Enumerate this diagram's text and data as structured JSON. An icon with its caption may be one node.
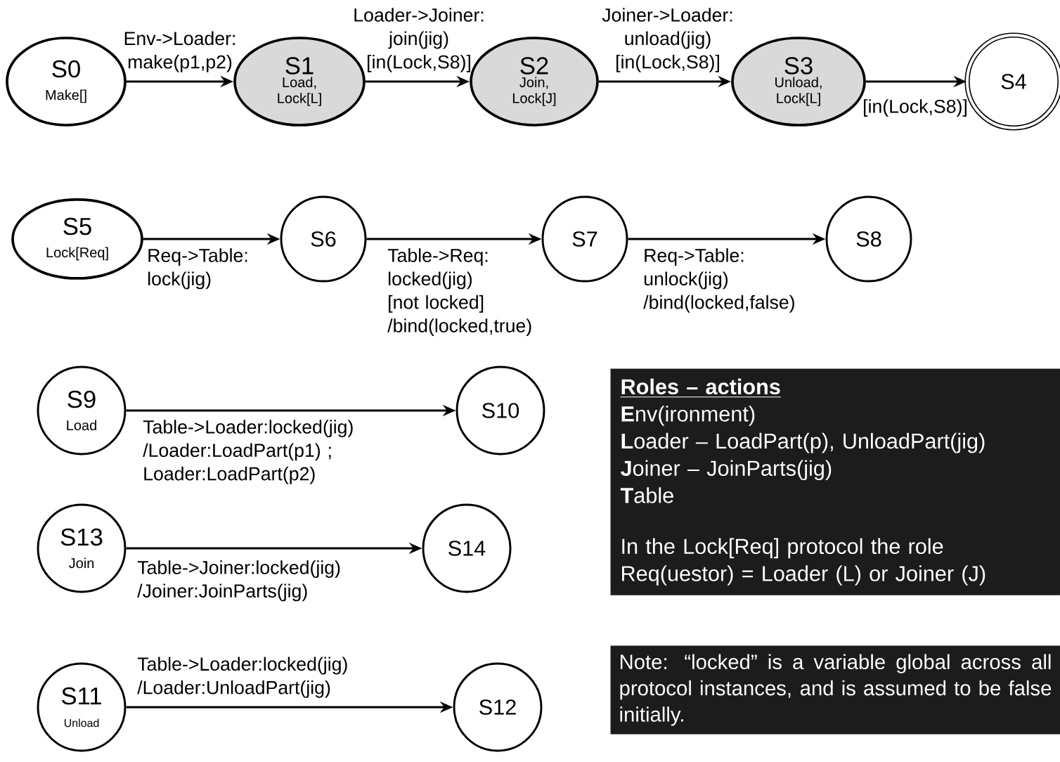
{
  "diagram": {
    "nodes": [
      {
        "text": [
          "S0",
          "Make[]"
        ]
      },
      {
        "text": [
          "S1",
          "Load, Lock[L]"
        ]
      },
      {
        "text": [
          "S2",
          "Join, Lock[J]"
        ]
      },
      {
        "text": [
          "S3",
          "Unload, Lock[L]"
        ]
      },
      {
        "text": [
          "S4"
        ]
      },
      {
        "text": [
          "S5",
          "Lock[Req]"
        ]
      },
      {
        "text": [
          "S6"
        ]
      },
      {
        "text": [
          "S7"
        ]
      },
      {
        "text": [
          "S8"
        ]
      },
      {
        "text": [
          "S9",
          "Load"
        ]
      },
      {
        "text": [
          "S10"
        ]
      },
      {
        "text": [
          "Roles – actions",
          "**E**nv(ironment)",
          "**L**oader – LoadPart(p), UnloadPart(jig)",
          "**J**oiner – JoinParts(jig)",
          "**T**able",
          "In the Lock[Req] protocol the role Req(uestor) = Loader (L) or Joiner (J)"
        ]
      },
      {
        "text": [
          "S13",
          "Join"
        ]
      },
      {
        "text": [
          "S14"
        ]
      },
      {
        "text": [
          "S11",
          "Unload"
        ]
      },
      {
        "text": [
          "S12"
        ]
      },
      {
        "text": [
          "Note: “locked” is a variable global across all protocol instances, and is assumed to be false initially."
        ]
      }
    ],
    "edges": [
      {
        "from": 0,
        "to": 1,
        "arrow": "to",
        "label": "Env->Loader: make(p1,p2)"
      },
      {
        "from": 1,
        "to": 2,
        "arrow": "to",
        "label": "Loader->Joiner: join(jig) [in(Lock,S8)]"
      },
      {
        "from": 2,
        "to": 3,
        "arrow": "to",
        "label": "Joiner->Loader: unload(jig) [in(Lock,S8)]"
      },
      {
        "from": 3,
        "to": 4,
        "arrow": "to",
        "label": "[in(Lock,S8)]"
      },
      {
        "from": 5,
        "to": 6,
        "arrow": "to",
        "label": "Req->Table: lock(jig)"
      },
      {
        "from": 6,
        "to": 7,
        "arrow": "to",
        "label": "Table->Req: locked(jig) [not locked] /bind(locked,true)"
      },
      {
        "from": 7,
        "to": 8,
        "arrow": "to",
        "label": "Req->Table: unlock(jig) /bind(locked,false)"
      },
      {
        "from": 9,
        "to": 10,
        "arrow": "to",
        "label": "Table->Loader:locked(jig) /Loader:LoadPart(p1) ; Loader:LoadPart(p2)"
      },
      {
        "from": 12,
        "to": 13,
        "arrow": "to",
        "label": "Table->Joiner:locked(jig) /Joiner:JoinParts(jig)"
      },
      {
        "from": 14,
        "to": 15,
        "arrow": "to",
        "label": "Table->Loader:locked(jig) /Loader:UnloadPart(jig)"
      }
    ]
  }
}
